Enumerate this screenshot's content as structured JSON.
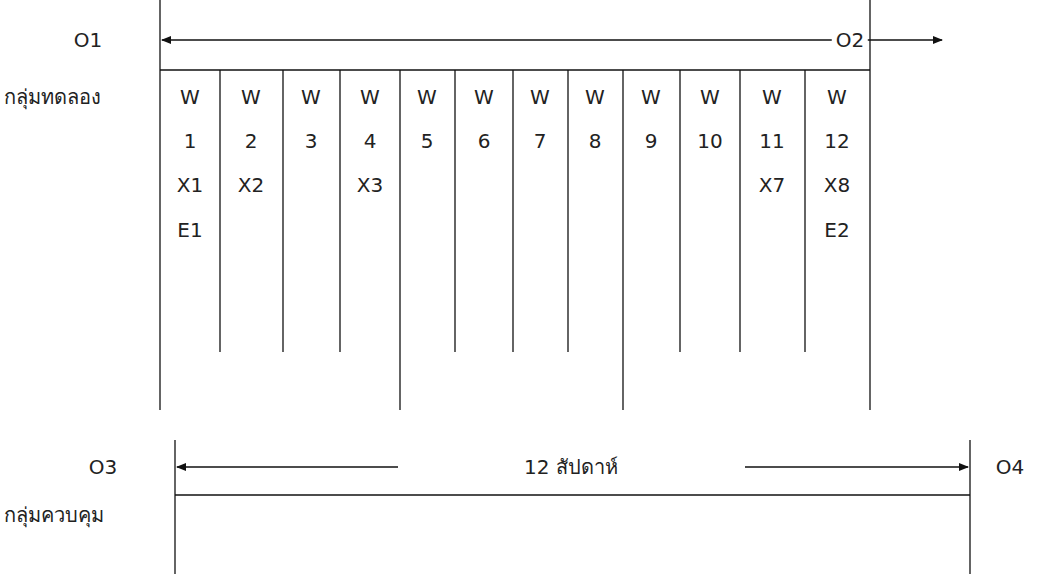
{
  "diagram": {
    "labels": [
      "O1",
      "O2",
      "กลุ่มทดลอง",
      "W",
      "W",
      "W",
      "W",
      "W",
      "W",
      "W",
      "W",
      "W",
      "W",
      "W",
      "W",
      "1",
      "2",
      "3",
      "4",
      "5",
      "6",
      "7",
      "8",
      "9",
      "10",
      "11",
      "12",
      "X1",
      "X2",
      "X3",
      "X7",
      "X8",
      "E1",
      "E2",
      "O3",
      "12 สัปดาห์",
      "O4",
      "กลุ่มควบคุม"
    ]
  }
}
